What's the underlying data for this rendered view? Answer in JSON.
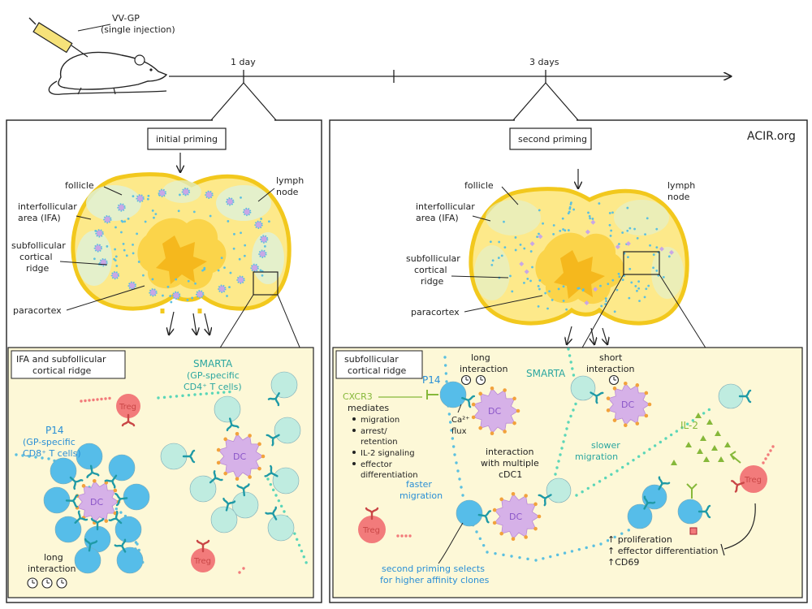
{
  "header": {
    "injection_label_line1": "VV-GP",
    "injection_label_line2": "(single injection)",
    "timepoint_1": "1 day",
    "timepoint_2": "3 days"
  },
  "watermark": "ACIR.org",
  "left_panel": {
    "title": "initial priming",
    "labels": {
      "follicle": "follicle",
      "ifa_line1": "interfollicular",
      "ifa_line2": "area (IFA)",
      "ridge_line1": "subfollicular",
      "ridge_line2": "cortical",
      "ridge_line3": "ridge",
      "paracortex": "paracortex",
      "lymph_line1": "lymph",
      "lymph_line2": "node"
    },
    "zoom_title_line1": "IFA and subfollicular",
    "zoom_title_line2": "cortical ridge",
    "smarta_line1": "SMARTA",
    "smarta_line2": "(GP-specific",
    "smarta_line3": "CD4⁺ T cells)",
    "p14_line1": "P14",
    "p14_line2": "(GP-specific",
    "p14_line3": "CD8⁺ T cells)",
    "dc": "DC",
    "treg": "Treg",
    "long_line1": "long",
    "long_line2": "interaction"
  },
  "right_panel": {
    "title": "second priming",
    "labels": {
      "follicle": "follicle",
      "ifa_line1": "interfollicular",
      "ifa_line2": "area (IFA)",
      "ridge_line1": "subfollicular",
      "ridge_line2": "cortical",
      "ridge_line3": "ridge",
      "paracortex": "paracortex",
      "lymph_line1": "lymph",
      "lymph_line2": "node"
    },
    "zoom_title_line1": "subfollicular",
    "zoom_title_line2": "cortical ridge",
    "p14": "P14",
    "long_line1": "long",
    "long_line2": "interaction",
    "smarta": "SMARTA",
    "short_line1": "short",
    "short_line2": "interaction",
    "cxcr3": "CXCR3",
    "mediates": "mediates",
    "bullets": [
      "migration",
      "arrest/",
      "retention",
      "IL-2 signaling",
      "effector",
      "differentiation"
    ],
    "ca_flux_line1": "Ca²⁺",
    "ca_flux_line2": "flux",
    "multi_line1": "interaction",
    "multi_line2": "with multiple",
    "multi_line3": "cDC1",
    "slower_line1": "slower",
    "slower_line2": "migration",
    "faster_line1": "faster",
    "faster_line2": "migration",
    "il2": "IL-2",
    "dc": "DC",
    "treg": "Treg",
    "selects_line1": "second priming selects",
    "selects_line2": "for higher affinity clones",
    "effect_line1": "↑ proliferation",
    "effect_line2": "↑ effector differentiation",
    "effect_line3": "↑CD69"
  },
  "colors": {
    "node_yellow": "#fde98a",
    "node_outline": "#f2c81d",
    "paracortex": "#f7bf25",
    "follicle": "#dff1d6",
    "panel_bg": "#fdf8d7",
    "p14_blue": "#56bde9",
    "smarta_teal": "#bfece0",
    "dc_purple": "#d6b1e8",
    "treg_red": "#f27b7b",
    "receptor": "#1f9aa6"
  }
}
